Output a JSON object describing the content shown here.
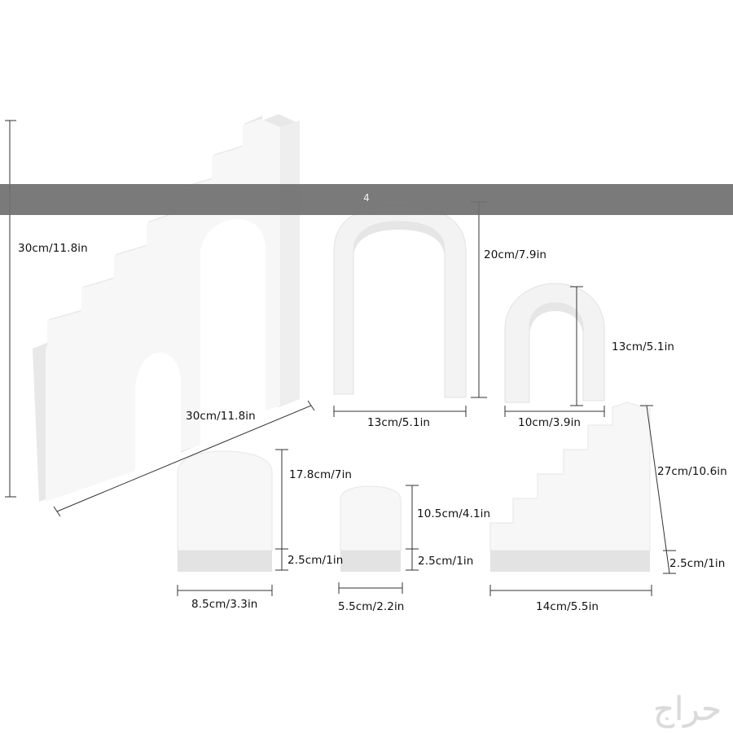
{
  "banner": {
    "text": "4"
  },
  "watermark": {
    "text": "حراج"
  },
  "colors": {
    "face": "#f6f6f6",
    "side": "#e5e5e5",
    "edge": "#d9d9d9",
    "shadow": "#dcdcdc",
    "line": "#333333",
    "banner": "#707070"
  },
  "dimensions": {
    "stair_arch_height": "30cm/11.8in",
    "stair_arch_width": "30cm/11.8in",
    "large_arch_height": "20cm/7.9in",
    "large_arch_width": "13cm/5.1in",
    "small_arch_height": "13cm/5.1in",
    "small_arch_width": "10cm/3.9in",
    "tall_block_height": "17.8cm/7in",
    "tall_block_depth": "2.5cm/1in",
    "tall_block_width": "8.5cm/3.3in",
    "short_block_height": "10.5cm/4.1in",
    "short_block_depth": "2.5cm/1in",
    "short_block_width": "5.5cm/2.2in",
    "stairs_height": "27cm/10.6in",
    "stairs_depth": "2.5cm/1in",
    "stairs_width": "14cm/5.5in"
  }
}
